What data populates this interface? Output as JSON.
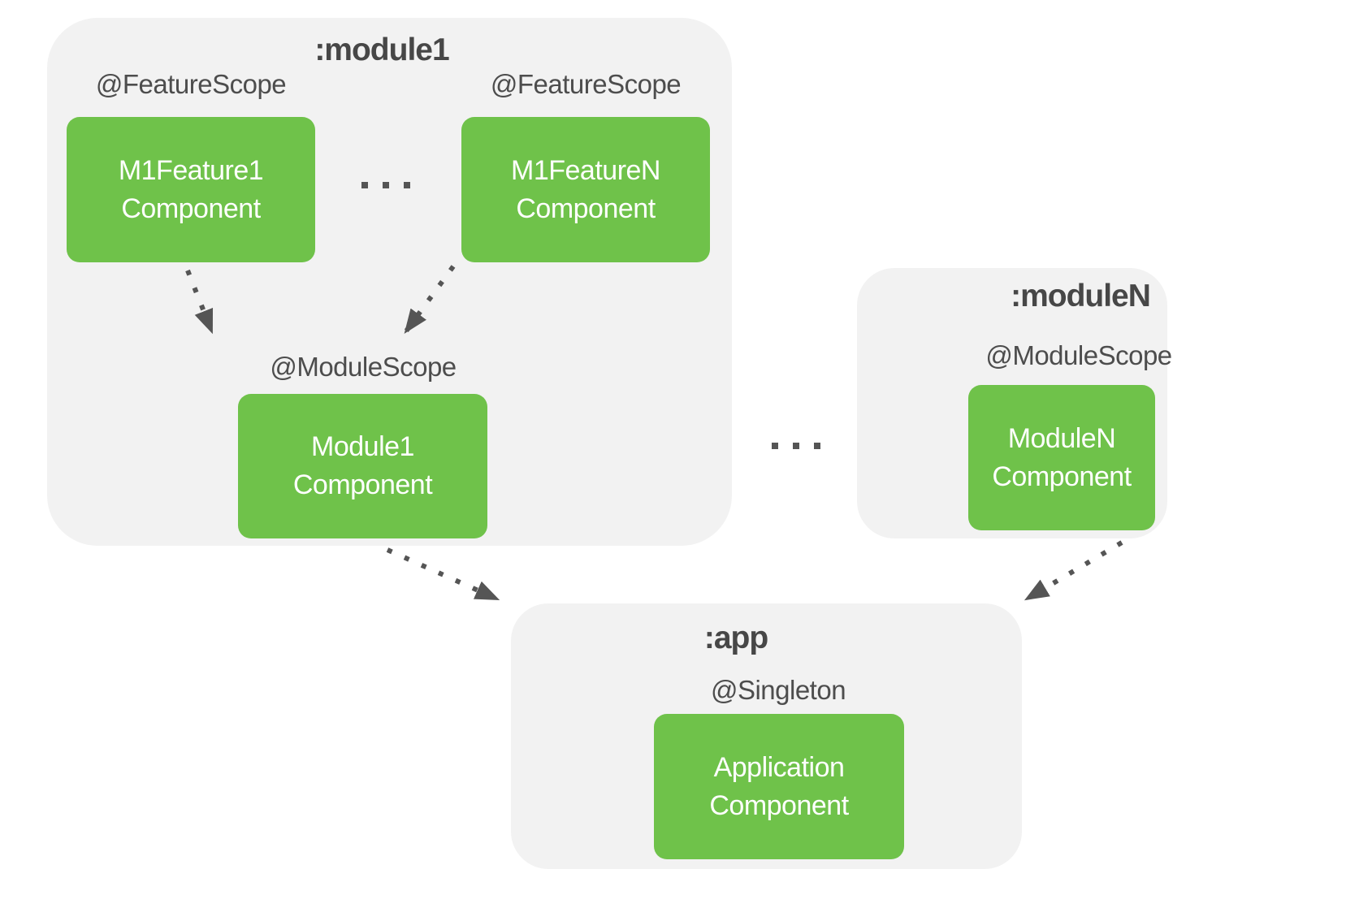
{
  "colors": {
    "background": "#ffffff",
    "container_bg": "#f2f2f2",
    "component_box_bg": "#6fc24a",
    "component_box_text": "#ffffff",
    "label_text": "#4d4d4d",
    "arrow": "#555555"
  },
  "module1": {
    "title": ":module1",
    "feature1": {
      "scope": "@FeatureScope",
      "name_line1": "M1Feature1",
      "name_line2": "Component"
    },
    "featureN": {
      "scope": "@FeatureScope",
      "name_line1": "M1FeatureN",
      "name_line2": "Component"
    },
    "module_component": {
      "scope": "@ModuleScope",
      "name_line1": "Module1",
      "name_line2": "Component"
    }
  },
  "moduleN": {
    "title": ":moduleN",
    "module_component": {
      "scope": "@ModuleScope",
      "name_line1": "ModuleN",
      "name_line2": "Component"
    }
  },
  "app": {
    "title": ":app",
    "component": {
      "scope": "@Singleton",
      "name_line1": "Application",
      "name_line2": "Component"
    }
  },
  "ellipsis_between_features": "ellipsis-dots",
  "ellipsis_between_modules": "ellipsis-dots",
  "arrows": [
    "M1Feature1Component -> Module1Component",
    "M1FeatureNComponent -> Module1Component",
    "Module1Component -> :app",
    "ModuleNComponent -> :app"
  ]
}
